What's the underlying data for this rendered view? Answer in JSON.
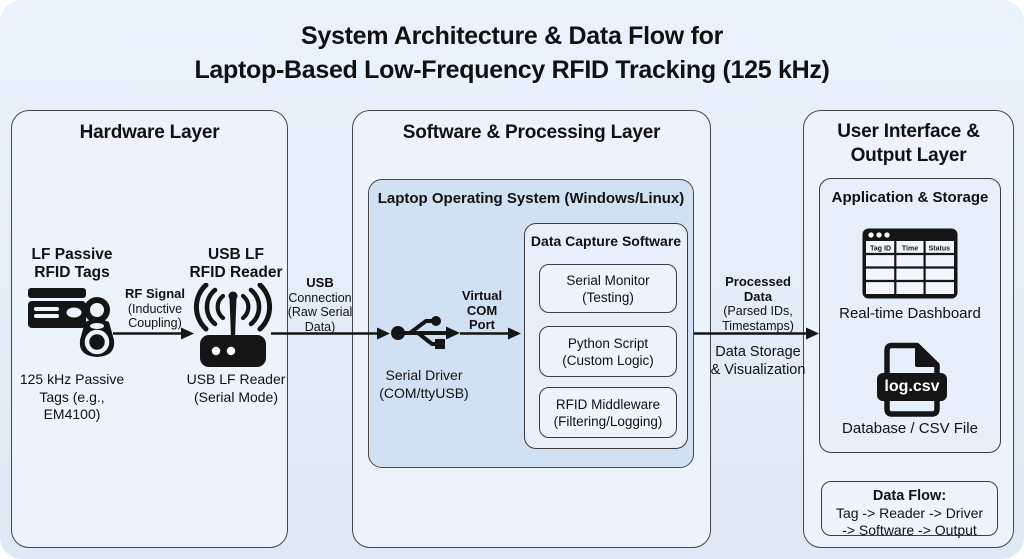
{
  "title": {
    "line1": "System Architecture & Data Flow for",
    "line2": "Laptop-Based Low-Frequency RFID Tracking (125 kHz)"
  },
  "hardware": {
    "heading": "Hardware Layer",
    "tags_label": {
      "line1": "LF Passive",
      "line2": "RFID Tags"
    },
    "tags_caption": {
      "line1": "125 kHz Passive",
      "line2": "Tags (e.g.,",
      "line3": "EM4100)"
    },
    "rf_signal": {
      "line1": "RF Signal",
      "line2": "(Inductive",
      "line3": "Coupling)"
    },
    "reader_label": {
      "line1": "USB LF",
      "line2": "RFID Reader"
    },
    "reader_caption": {
      "line1": "USB LF Reader",
      "line2": "(Serial Mode)"
    }
  },
  "usb_connection": {
    "line1": "USB",
    "line2": "Connection",
    "line3": "(Raw Serial",
    "line4": "Data)"
  },
  "software": {
    "heading": "Software & Processing Layer",
    "os_heading": "Laptop Operating System (Windows/Linux)",
    "serial_driver": {
      "line1": "Serial Driver",
      "line2": "(COM/ttyUSB)"
    },
    "virtual_com": {
      "line1": "Virtual",
      "line2": "COM",
      "line3": "Port"
    },
    "capture": {
      "heading": "Data Capture Software",
      "boxes": [
        {
          "line1": "Serial Monitor",
          "line2": "(Testing)"
        },
        {
          "line1": "Python Script",
          "line2": "(Custom Logic)"
        },
        {
          "line1": "RFID Middleware",
          "line2": "(Filtering/Logging)"
        }
      ]
    }
  },
  "processed_data": {
    "line1": "Processed",
    "line2": "Data",
    "line3": "(Parsed IDs,",
    "line4": "Timestamps)",
    "below1": "Data Storage",
    "below2": "& Visualization"
  },
  "ui": {
    "heading1": "User Interface &",
    "heading2": "Output Layer",
    "app_storage": {
      "heading": "Application & Storage",
      "dashboard": {
        "table_headers": [
          "Tag ID",
          "Time",
          "Status"
        ],
        "caption": "Real-time Dashboard"
      },
      "file": {
        "badge": "log.csv",
        "caption": "Database / CSV File"
      }
    },
    "data_flow": {
      "heading": "Data Flow:",
      "line1": "Tag -> Reader -> Driver",
      "line2": "-> Software -> Output"
    }
  },
  "colors": {
    "canvas_bg": "#e3edf8",
    "panel_bg": "#edf3fb",
    "os_panel_bg": "#cfe1f3",
    "inner_box_bg": "#eef4fc",
    "icon_black": "#151515",
    "border": "#474747"
  }
}
